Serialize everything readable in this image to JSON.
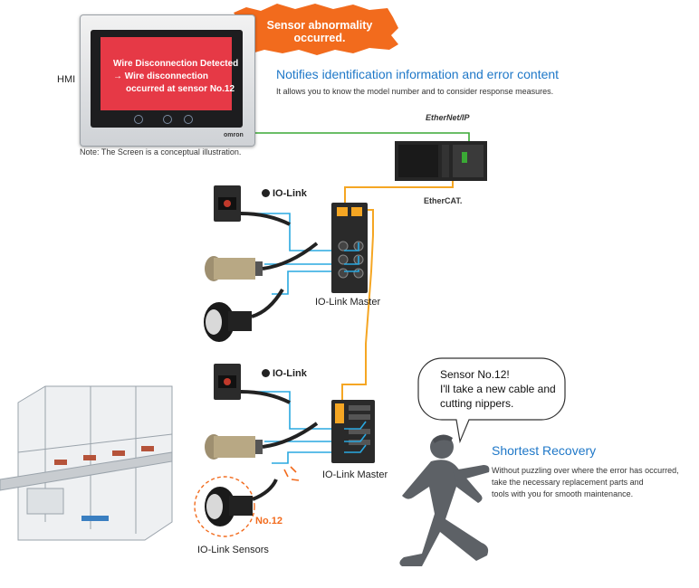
{
  "hmi": {
    "label": "HMI",
    "brand": "omron",
    "note": "Note: The Screen is a conceptual illustration.",
    "screen_lines": [
      "Wire Disconnection Detected",
      "→ Wire disconnection",
      "occurred at sensor No.12"
    ]
  },
  "alert": {
    "text": "Sensor abnormality occurred.",
    "color": "#f26b1d"
  },
  "notify": {
    "title": "Notifies identification information and error content",
    "body": "It allows you to know the model number and to consider response measures."
  },
  "network": {
    "ethernet_ip": "EtherNet/IP",
    "ethercat": "EtherCAT.",
    "ethernet_color": "#3aa935",
    "link_color": "#f5a623"
  },
  "io_link": {
    "logo_text_1": "IO-Link",
    "logo_text_2": "IO-Link",
    "master_label_1": "IO-Link Master",
    "master_label_2": "IO-Link Master",
    "sensors_label": "IO-Link Sensors",
    "sensor_no": "No.12",
    "cable_color": "#29a8e0"
  },
  "bubble": {
    "lines": [
      "Sensor No.12!",
      "I'll take a new cable and",
      "cutting nippers."
    ]
  },
  "recovery": {
    "title": "Shortest Recovery",
    "lines": [
      "Without puzzling over where the error has occurred,",
      "take the necessary replacement parts and",
      "tools with you for smooth maintenance."
    ]
  }
}
